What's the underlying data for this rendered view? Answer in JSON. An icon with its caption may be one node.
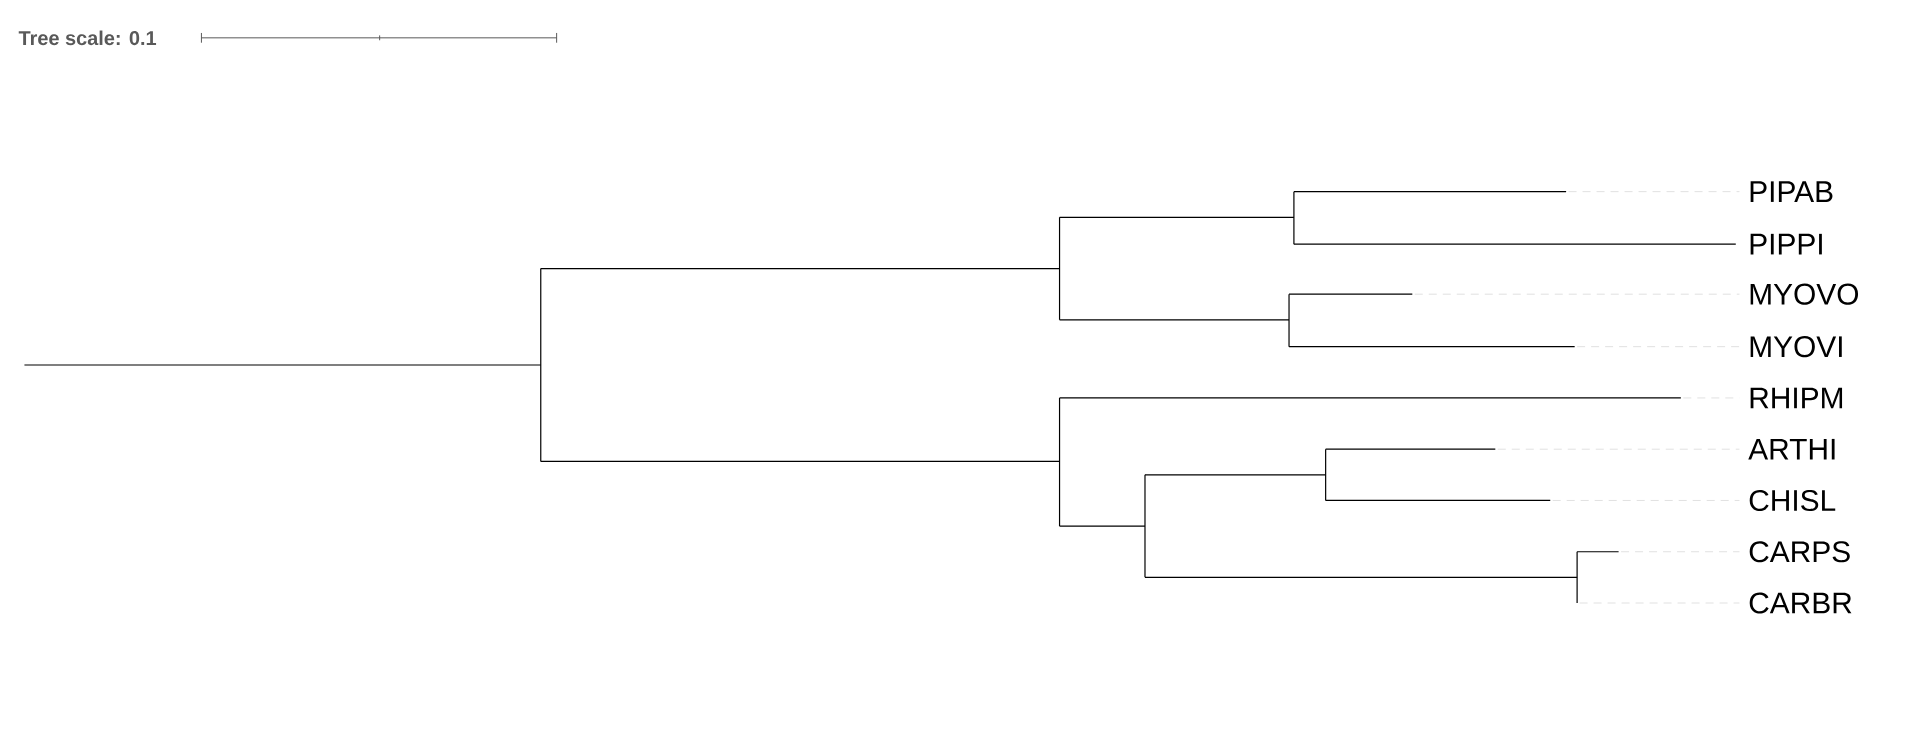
{
  "diagram": {
    "labels": [
      "Tree scale: 0.1",
      "PIPAB",
      "PIPPI",
      "MYOVO",
      "MYOVI",
      "RHIPM",
      "ARTHI",
      "CHISL",
      "CARPS",
      "CARBR"
    ]
  }
}
